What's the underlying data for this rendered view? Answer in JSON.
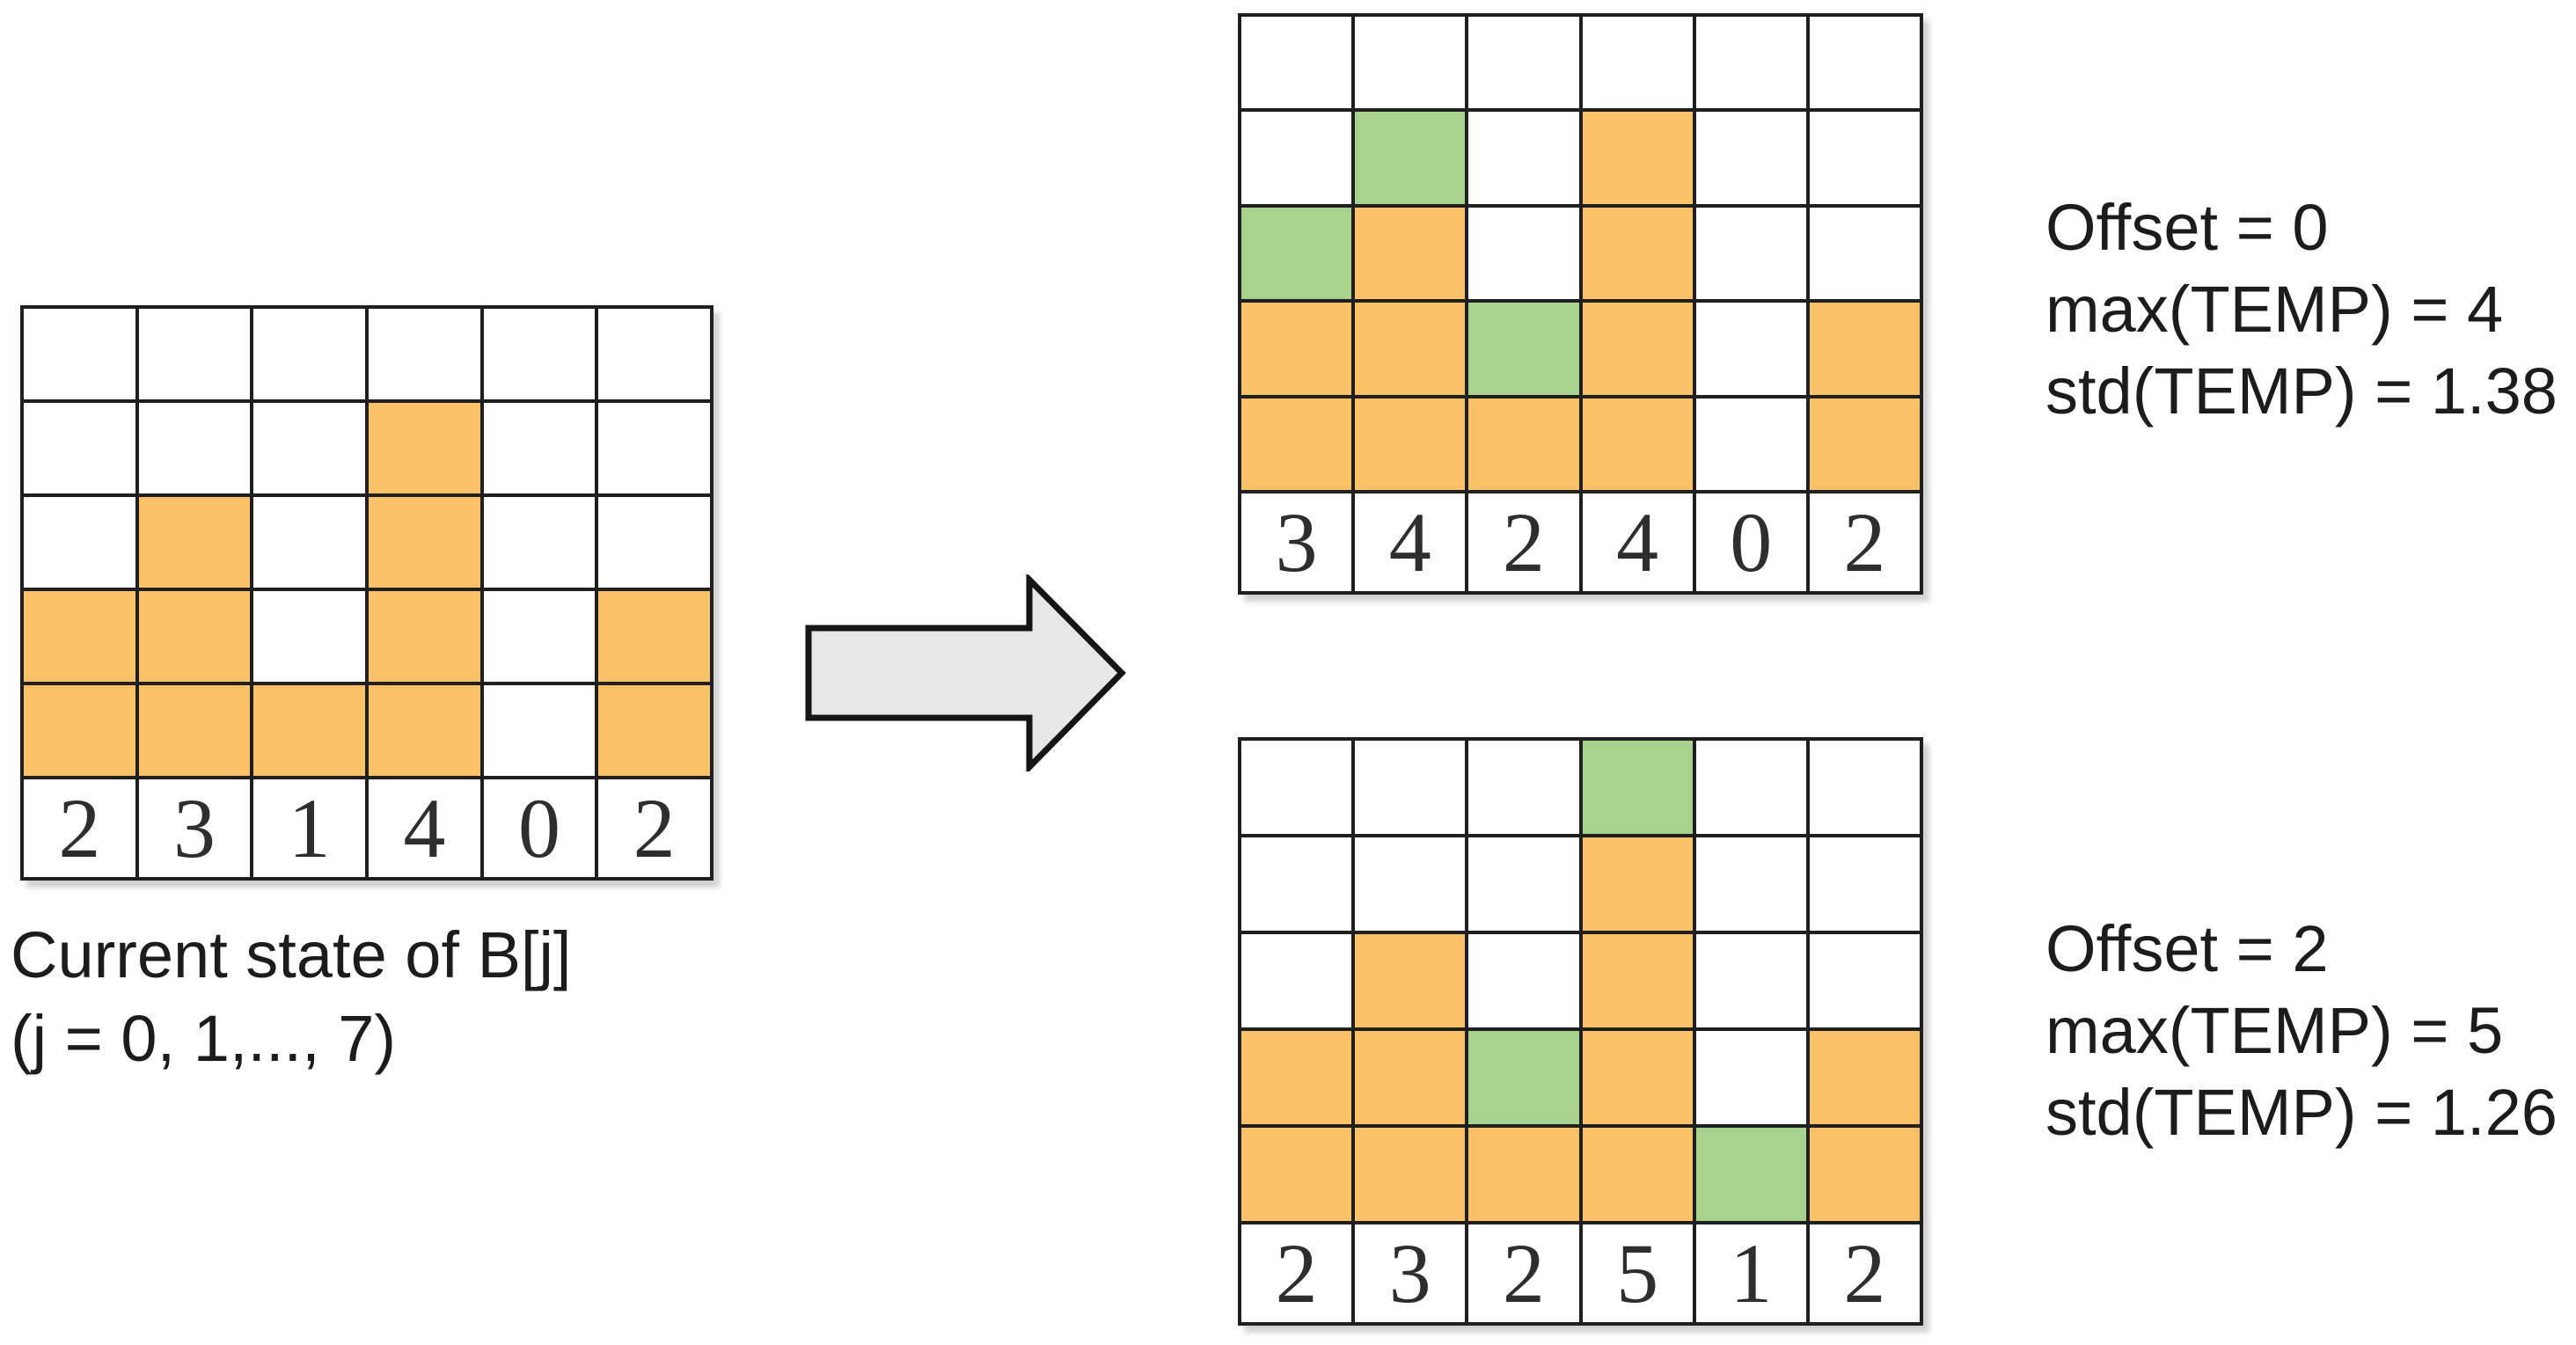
{
  "caption": {
    "line1": "Current state of B[j]",
    "line2": "(j = 0, 1,..., 7)"
  },
  "annotations": {
    "top": {
      "offset": "Offset = 0",
      "max": "max(TEMP) = 4",
      "std": "std(TEMP) = 1.38"
    },
    "bottom": {
      "offset": "Offset = 2",
      "max": "max(TEMP) = 5",
      "std": "std(TEMP) = 1.26"
    }
  },
  "grids": {
    "left": {
      "values": [
        "2",
        "3",
        "1",
        "4",
        "0",
        "2"
      ],
      "rows": [
        [
          "w",
          "w",
          "w",
          "w",
          "w",
          "w"
        ],
        [
          "w",
          "w",
          "w",
          "o",
          "w",
          "w"
        ],
        [
          "w",
          "o",
          "w",
          "o",
          "w",
          "w"
        ],
        [
          "o",
          "o",
          "w",
          "o",
          "w",
          "o"
        ],
        [
          "o",
          "o",
          "o",
          "o",
          "w",
          "o"
        ]
      ]
    },
    "top_right": {
      "values": [
        "3",
        "4",
        "2",
        "4",
        "0",
        "2"
      ],
      "rows": [
        [
          "w",
          "w",
          "w",
          "w",
          "w",
          "w"
        ],
        [
          "w",
          "g",
          "w",
          "o",
          "w",
          "w"
        ],
        [
          "g",
          "o",
          "w",
          "o",
          "w",
          "w"
        ],
        [
          "o",
          "o",
          "g",
          "o",
          "w",
          "o"
        ],
        [
          "o",
          "o",
          "o",
          "o",
          "w",
          "o"
        ]
      ]
    },
    "bottom_right": {
      "values": [
        "2",
        "3",
        "2",
        "5",
        "1",
        "2"
      ],
      "rows": [
        [
          "w",
          "w",
          "w",
          "g",
          "w",
          "w"
        ],
        [
          "w",
          "w",
          "w",
          "o",
          "w",
          "w"
        ],
        [
          "w",
          "o",
          "w",
          "o",
          "w",
          "w"
        ],
        [
          "o",
          "o",
          "g",
          "o",
          "w",
          "o"
        ],
        [
          "o",
          "o",
          "o",
          "o",
          "g",
          "o"
        ]
      ]
    }
  },
  "icons": {
    "arrow": "right-block-arrow"
  },
  "colors": {
    "orange": "#FBC169",
    "green": "#A9D18E",
    "grid_line": "#1f1f1f",
    "arrow_fill": "#E8E7E7",
    "arrow_stroke": "#151515"
  }
}
